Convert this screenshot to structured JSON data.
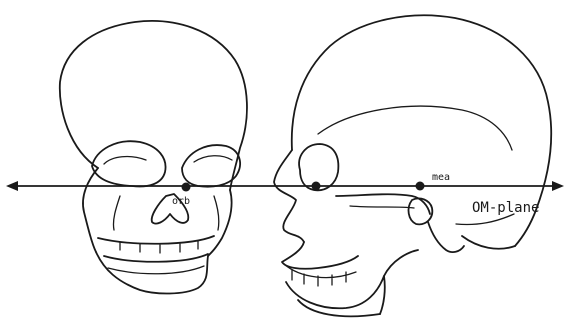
{
  "labels": {
    "orb": "orb",
    "mea": "mea",
    "plane": "OM-plane"
  },
  "colors": {
    "ink": "#1a1a1a",
    "background": "#ffffff"
  }
}
